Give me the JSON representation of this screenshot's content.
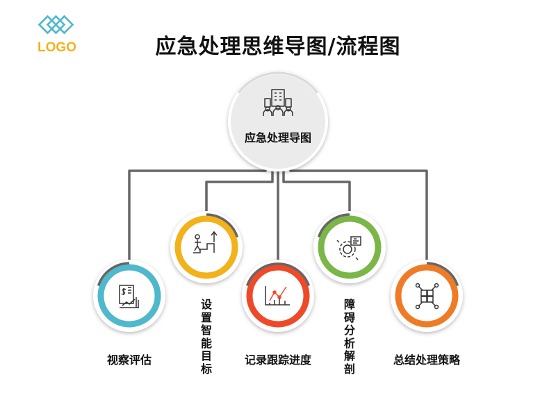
{
  "logo": {
    "text": "LOGO",
    "icon": "diamond-lattice-logo-icon",
    "color": "#f2b21b",
    "mark_color": "#4fb8cc"
  },
  "title": "应急处理思维导图/流程图",
  "center": {
    "label": "应急处理导图",
    "icon": "office-building-team-icon"
  },
  "connector_color": "#666666",
  "branches": [
    {
      "label": "视察评估",
      "orientation": "horizontal",
      "ring_color": "#4fb8cc",
      "icon": "financial-report-icon"
    },
    {
      "label": "设置智能目标",
      "orientation": "vertical",
      "ring_color": "#f2b21b",
      "icon": "goal-climb-icon"
    },
    {
      "label": "记录跟踪进度",
      "orientation": "horizontal",
      "ring_color": "#ee4a2a",
      "icon": "progress-chart-icon"
    },
    {
      "label": "障碍分析解剖",
      "orientation": "vertical",
      "ring_color": "#7ab648",
      "icon": "gear-analysis-icon"
    },
    {
      "label": "总结处理策略",
      "orientation": "horizontal",
      "ring_color": "#f07b27",
      "icon": "puzzle-strategy-icon"
    }
  ]
}
